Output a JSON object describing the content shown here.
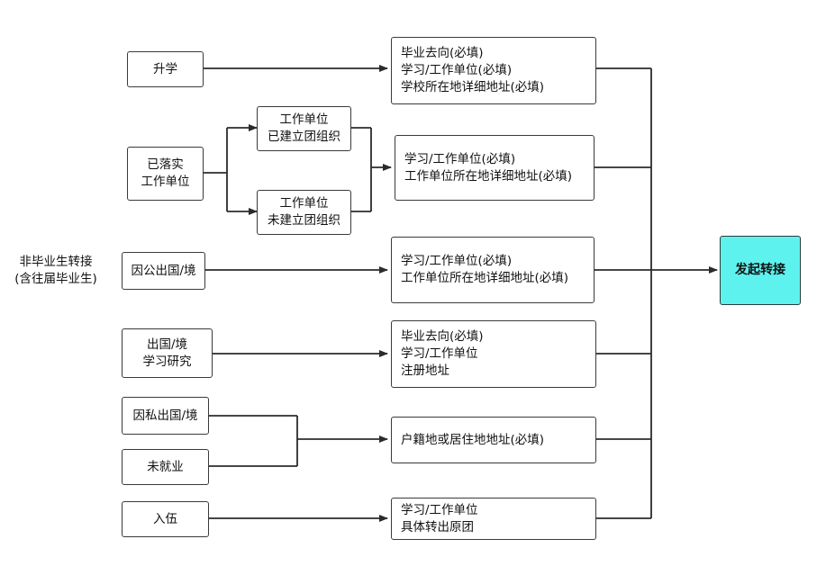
{
  "side_label": {
    "line1": "非毕业生转接",
    "line2": "(含往届毕业生)"
  },
  "sources": {
    "shengxue": "升学",
    "yiluoshi": {
      "line1": "已落实",
      "line2": "工作单位"
    },
    "yijianli": {
      "line1": "工作单位",
      "line2": "已建立团组织"
    },
    "weijianli": {
      "line1": "工作单位",
      "line2": "未建立团组织"
    },
    "yingong": "因公出国/境",
    "liuxue": {
      "line1": "出国/境",
      "line2": "学习研究"
    },
    "yinsi": "因私出国/境",
    "weijiuye": "未就业",
    "ruwu": "入伍"
  },
  "requirements": {
    "r1": [
      "毕业去向(必填)",
      "学习/工作单位(必填)",
      "学校所在地详细地址(必填)"
    ],
    "r2": [
      "学习/工作单位(必填)",
      "工作单位所在地详细地址(必填)"
    ],
    "r3": [
      "学习/工作单位(必填)",
      "工作单位所在地详细地址(必填)"
    ],
    "r4": [
      "毕业去向(必填)",
      "学习/工作单位",
      "注册地址"
    ],
    "r5": [
      "户籍地或居住地地址(必填)"
    ],
    "r6": [
      "学习/工作单位",
      "具体转出原团"
    ]
  },
  "target": {
    "label": "发起转接"
  },
  "colors": {
    "target_fill": "#5ef2ef",
    "line": "#2b2b2b"
  }
}
